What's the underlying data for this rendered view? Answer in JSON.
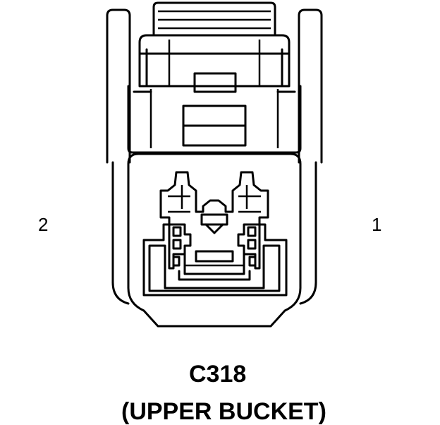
{
  "diagram": {
    "pin_labels": {
      "left": "2",
      "right": "1"
    },
    "connector_id": "C318",
    "connector_location": "(UPPER BUCKET)"
  }
}
